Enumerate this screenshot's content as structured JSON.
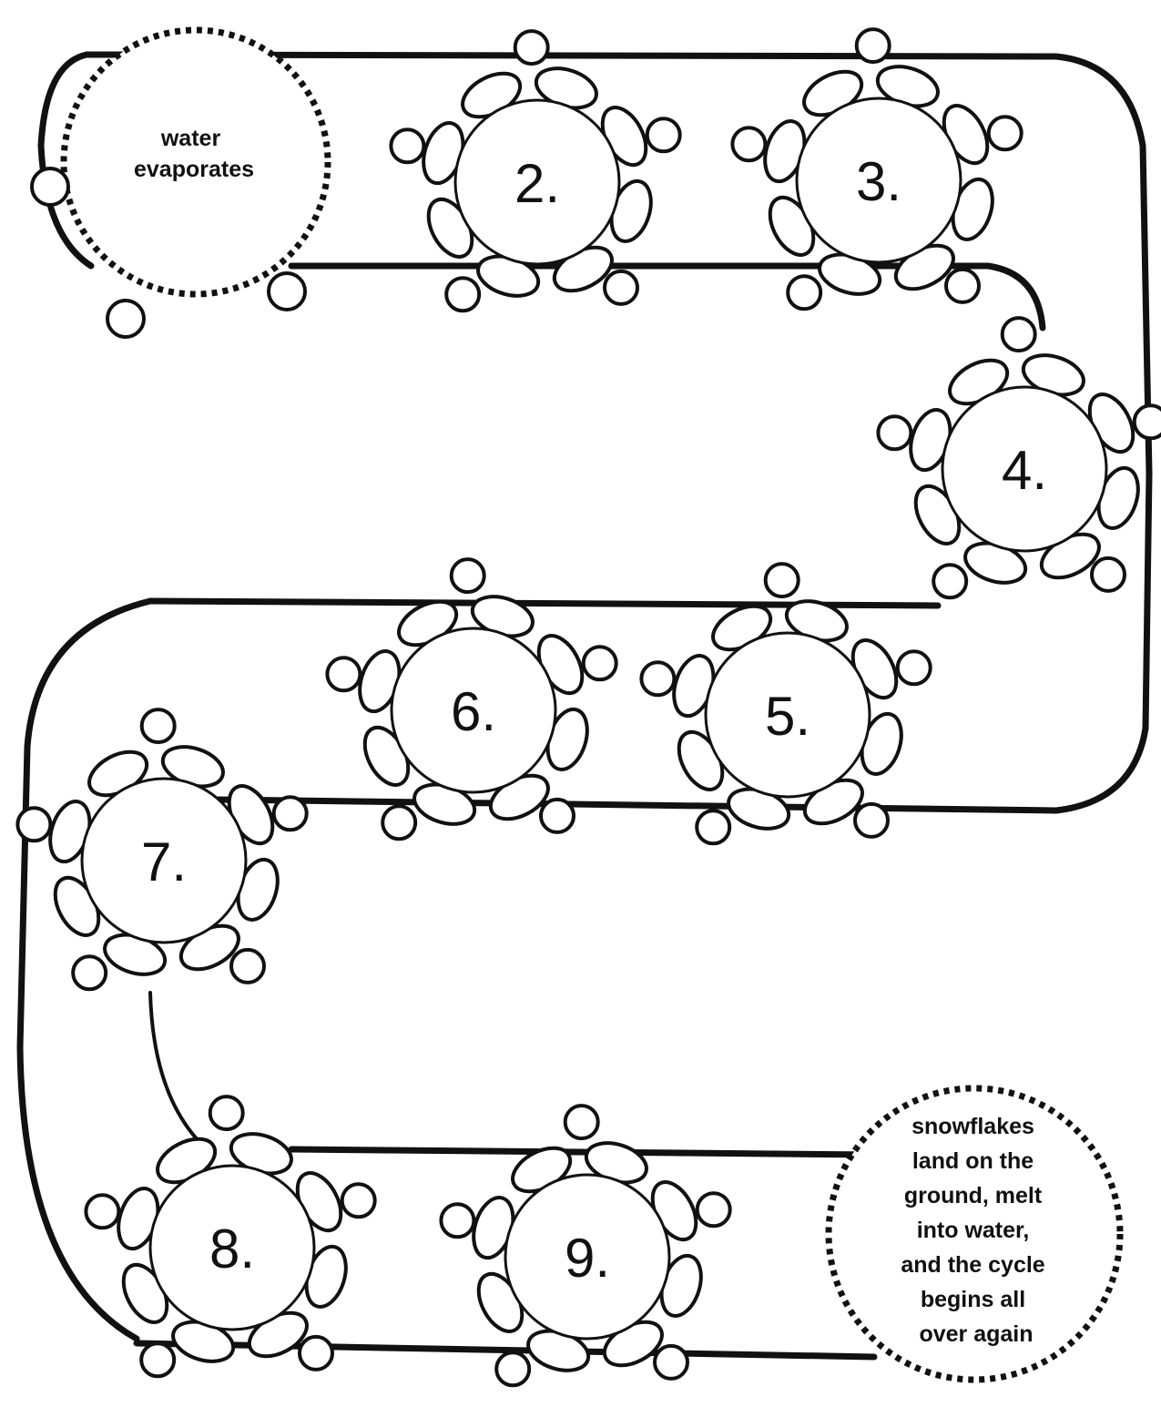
{
  "board": {
    "start_space": {
      "lines": [
        "water",
        "evaporates"
      ]
    },
    "steps": [
      {
        "label": "2."
      },
      {
        "label": "3."
      },
      {
        "label": "4."
      },
      {
        "label": "5."
      },
      {
        "label": "6."
      },
      {
        "label": "7."
      },
      {
        "label": "8."
      },
      {
        "label": "9."
      }
    ],
    "end_space": {
      "lines": [
        "snowflakes",
        "land on the",
        "ground, melt",
        "into water,",
        "and the cycle",
        "begins all",
        "over again"
      ]
    }
  },
  "colors": {
    "ink": "#111111",
    "paper": "#ffffff"
  }
}
